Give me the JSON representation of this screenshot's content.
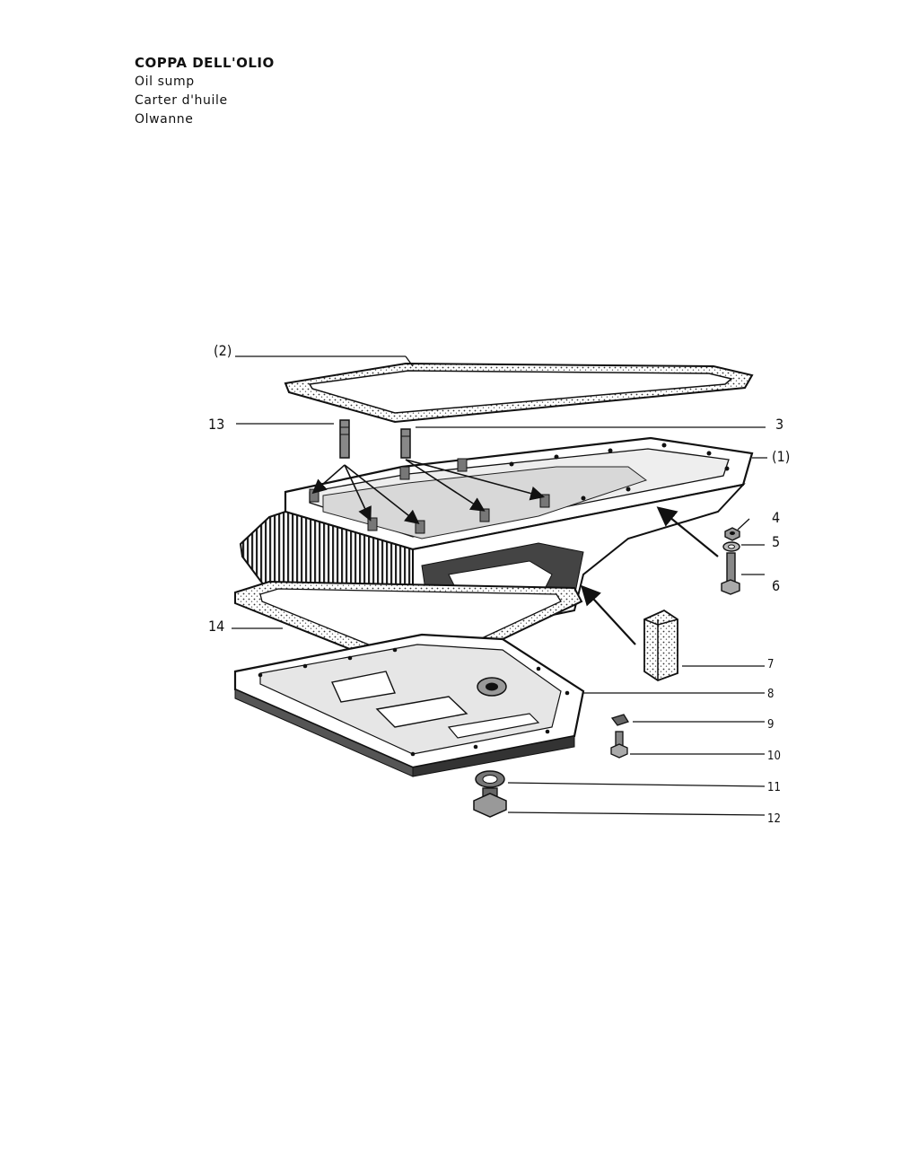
{
  "header": {
    "title": "COPPA DELL'OLIO",
    "subtitle_en": "Oil sump",
    "subtitle_fr": "Carter d'huile",
    "subtitle_de": "Olwanne"
  },
  "callouts": {
    "c2": "(2)",
    "c13": "13",
    "c3": "3",
    "c1": "(1)",
    "c4": "4",
    "c5": "5",
    "c6": "6",
    "c14": "14",
    "c7": "7",
    "c8": "8",
    "c9": "9",
    "c10": "10",
    "c11": "11",
    "c12": "12"
  },
  "colors": {
    "ink": "#111111",
    "paper": "#ffffff",
    "shade": "#555555"
  }
}
